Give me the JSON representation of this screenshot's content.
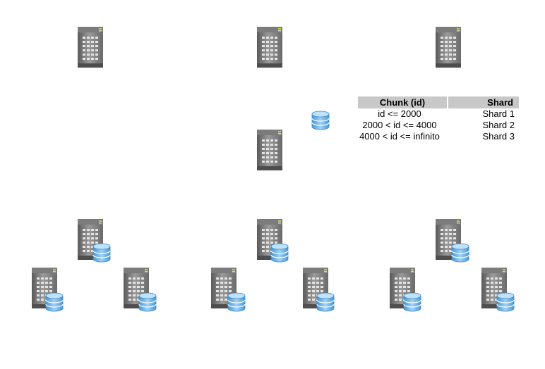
{
  "table": {
    "headers": [
      "Chunk (id)",
      "Shard"
    ],
    "rows": [
      [
        "id <= 2000",
        "Shard 1"
      ],
      [
        "2000 < id <= 4000",
        "Shard 2"
      ],
      [
        "4000 < id <= infinito",
        "Shard 3"
      ]
    ]
  },
  "icons": {
    "server": "server-tower-icon",
    "database": "database-cylinder-icon"
  },
  "colors": {
    "server_body": "#8a8a8a",
    "server_dark": "#4e4e4e",
    "db_blue": "#6fb6ec",
    "table_header": "#c8c8c8"
  }
}
